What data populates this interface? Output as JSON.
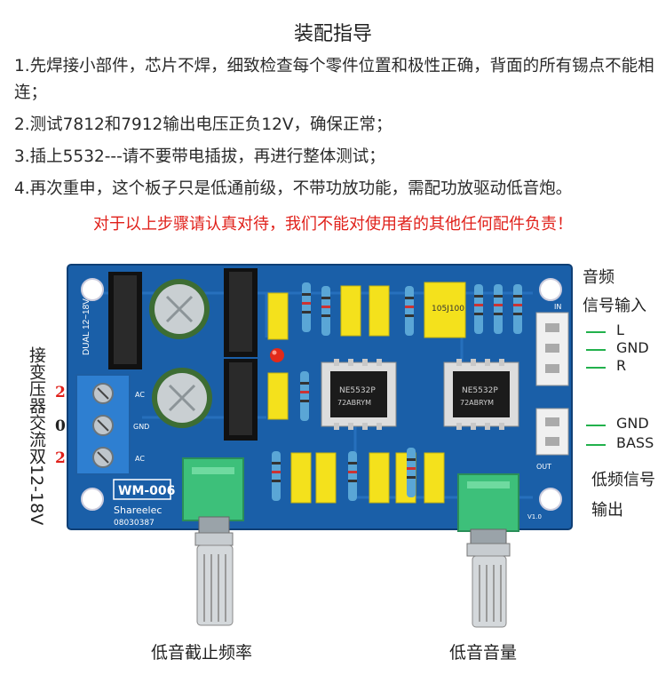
{
  "title": "装配指导",
  "steps": [
    "1.先焊接小部件，芯片不焊，细致检查每个零件位置和极性正确，背面的所有锡点不能相连；",
    "2.测试7812和7912输出电压正负12V，确保正常；",
    "3.插上5532---请不要带电插拔，再进行整体测试；",
    "4.再次重申，这个板子只是低通前级，不带功放功能，需配功放驱动低音炮。"
  ],
  "warning": "对于以上步骤请认真对待，我们不能对使用者的其他任何配件负责！",
  "labels": {
    "audio_input_1": "音频",
    "audio_input_2": "信号输入",
    "bass_output_1": "低频信号",
    "bass_output_2": "输出",
    "transformer": "接变压器交流双12-18V",
    "cutoff_knob": "低音截止频率",
    "volume_knob": "低音音量"
  },
  "input_pins": [
    "L",
    "GND",
    "R"
  ],
  "output_pins": [
    "GND",
    "BASS"
  ],
  "ac_terminals": [
    "2",
    "0",
    "2"
  ],
  "board": {
    "model": "WM-006",
    "brand": "Shareelec",
    "serial": "08030387",
    "power_label": "DUAL 12~18V",
    "chip": "NE5532P",
    "chip_code": "72ABRYM",
    "cap_code": "105J100",
    "ac_pin": "AC",
    "gnd_pin": "GND",
    "in_marker": "IN",
    "out_marker": "OUT",
    "version": "V1.0"
  },
  "colors": {
    "pcb": "#1a5fa8",
    "terminal": "#2e7fd1",
    "capacitor_yellow": "#f4e11c",
    "pot_green": "#3dc07a",
    "warning_red": "#e0201a",
    "pin_line": "#22b14c"
  }
}
